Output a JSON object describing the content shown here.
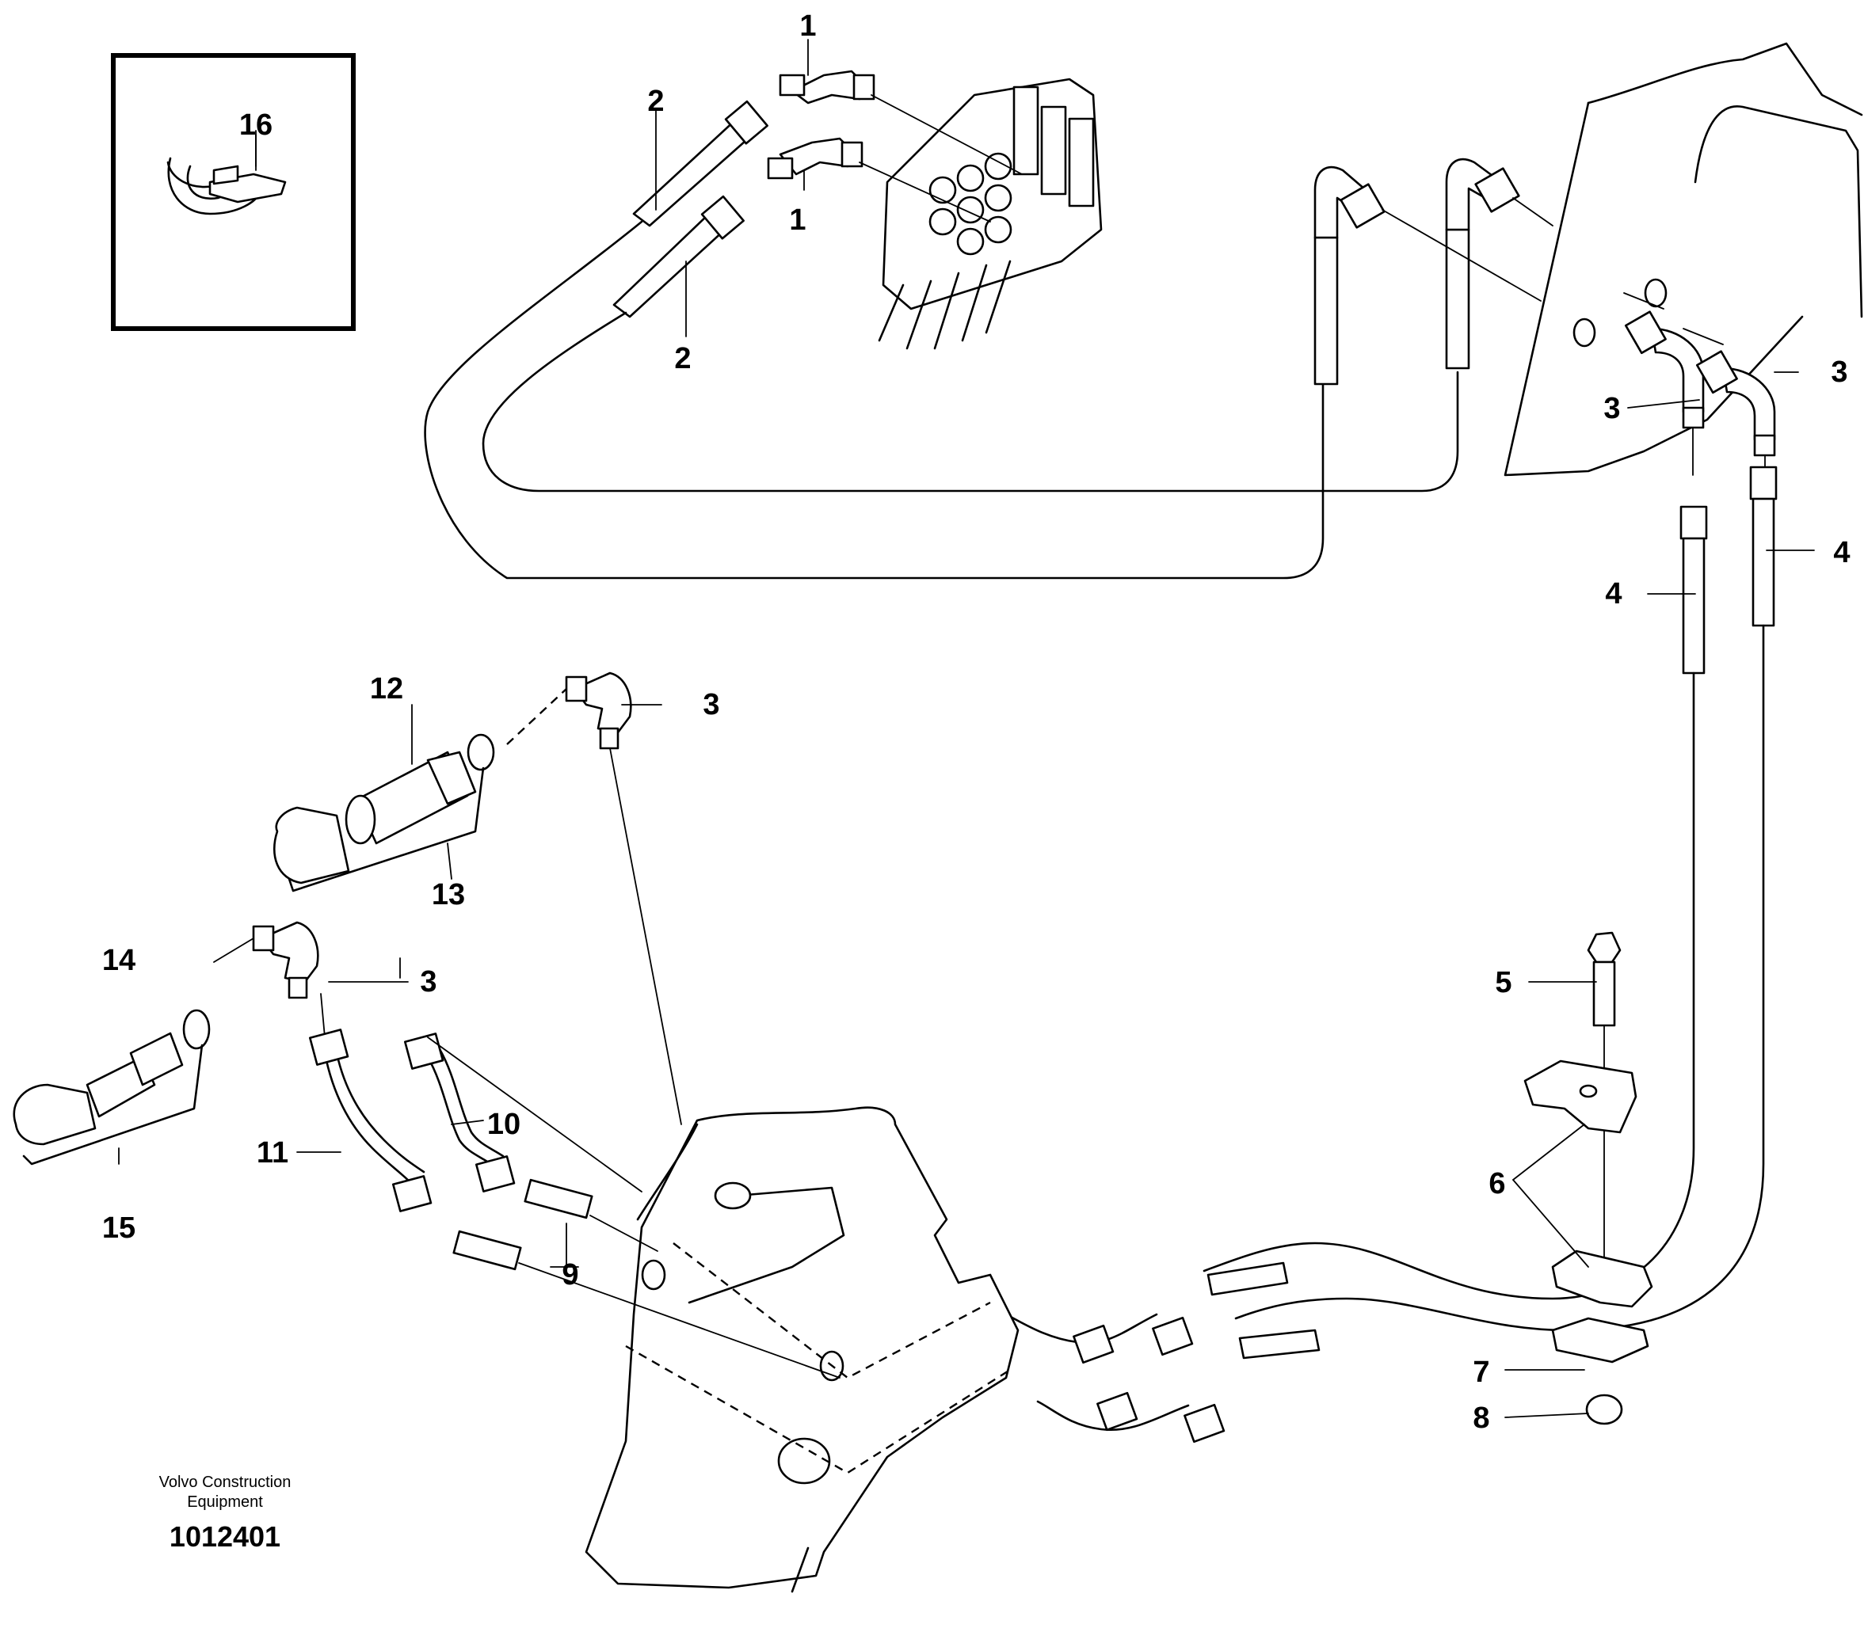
{
  "diagram": {
    "callouts": [
      "1",
      "1",
      "2",
      "2",
      "3",
      "3",
      "3",
      "3",
      "4",
      "4",
      "5",
      "6",
      "7",
      "8",
      "9",
      "10",
      "11",
      "12",
      "13",
      "14",
      "15",
      "16"
    ],
    "credit": {
      "line1": "Volvo Construction",
      "line2": "Equipment",
      "reference": "1012401"
    }
  }
}
